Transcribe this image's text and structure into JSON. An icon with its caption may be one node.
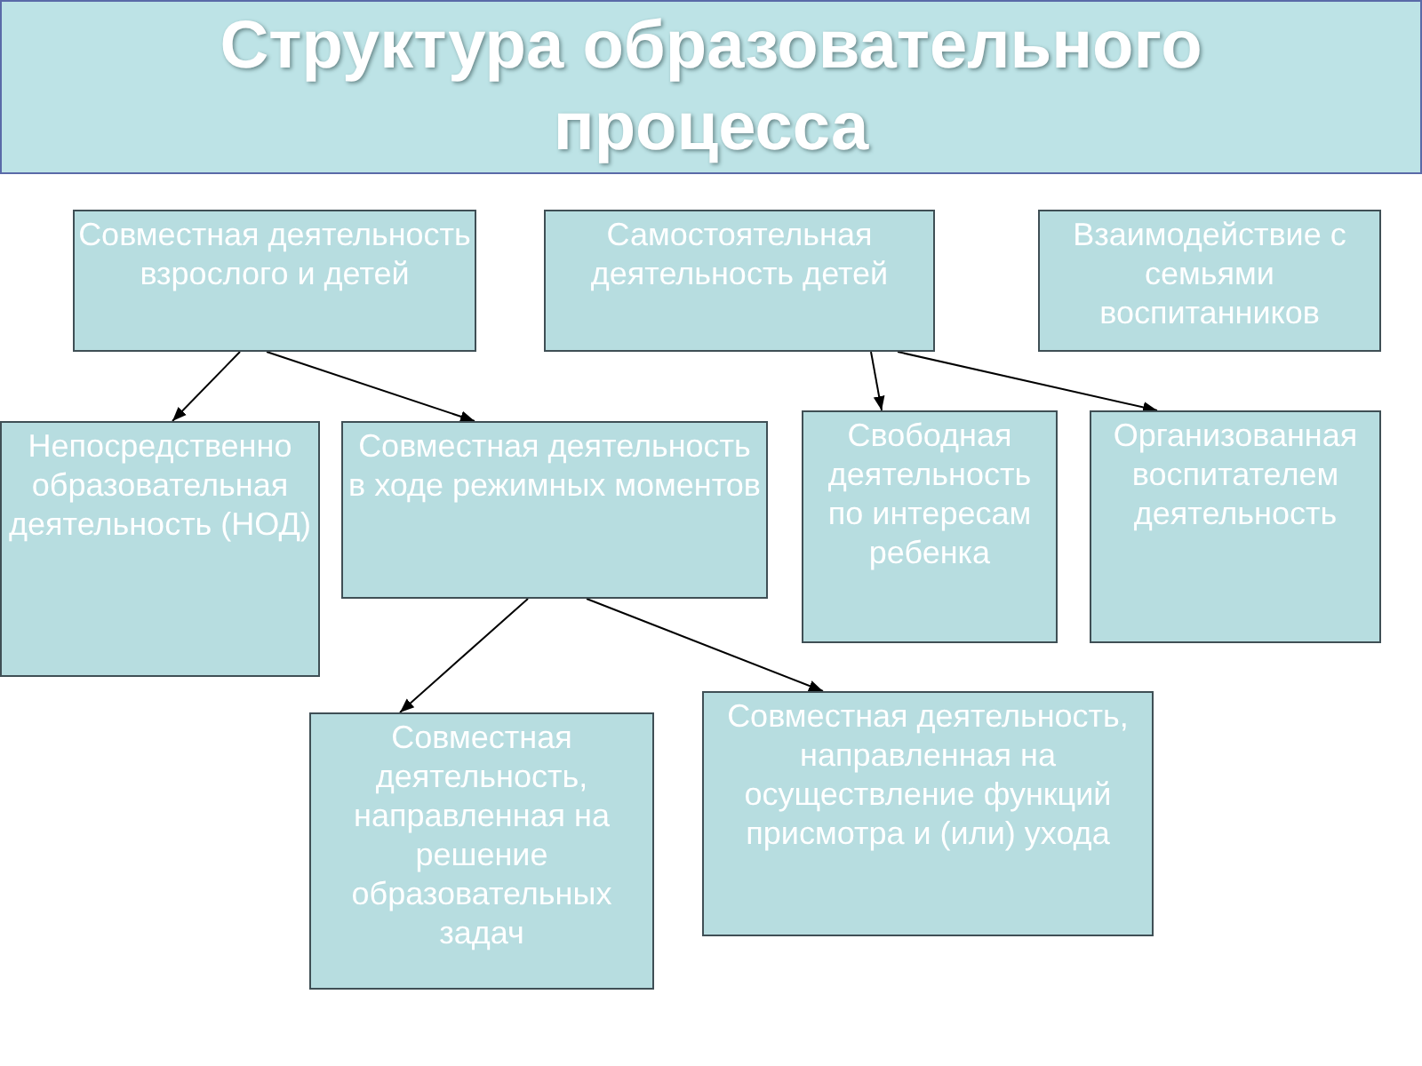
{
  "diagram": {
    "title": "Структура образовательного процесса",
    "nodes": [
      {
        "text": [
          "Совместная деятельность взрослого и детей"
        ]
      },
      {
        "text": [
          "Самостоятельная деятельность детей"
        ]
      },
      {
        "text": [
          "Взаимодействие с семьями воспитанников"
        ]
      },
      {
        "text": [
          "Непосредственно образовательная деятельность (НОД)"
        ]
      },
      {
        "text": [
          "Совместная деятельность в ходе режимных моментов"
        ]
      },
      {
        "text": [
          "Свободная деятельность по интересам ребенка"
        ]
      },
      {
        "text": [
          "Организованная воспитателем деятельность"
        ]
      },
      {
        "text": [
          "Совместная деятельность, направленная на решение образовательных задач"
        ]
      },
      {
        "text": [
          "Совместная деятельность, направленная на осуществление функций присмотра и (или) ухода"
        ]
      }
    ],
    "edges": [
      {
        "from": 0,
        "to": 3,
        "arrow": "to"
      },
      {
        "from": 0,
        "to": 4,
        "arrow": "to"
      },
      {
        "from": 1,
        "to": 5,
        "arrow": "to"
      },
      {
        "from": 1,
        "to": 6,
        "arrow": "to"
      },
      {
        "from": 4,
        "to": 7,
        "arrow": "to"
      },
      {
        "from": 4,
        "to": 8,
        "arrow": "to"
      }
    ]
  }
}
